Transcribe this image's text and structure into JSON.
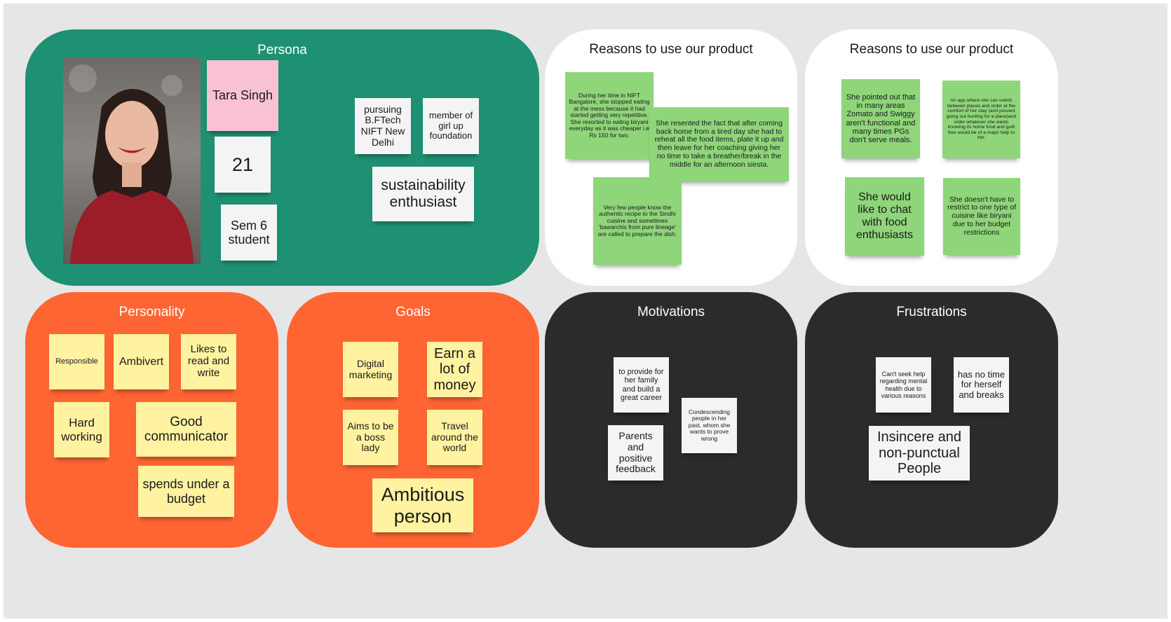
{
  "persona": {
    "title": "Persona",
    "name": "Tara Singh",
    "age": "21",
    "status": "Sem 6 student",
    "education": "pursuing B.FTech NIFT New Delhi",
    "membership": "member of girl up foundation",
    "interest": "sustainability enthusiast"
  },
  "reasons_1": {
    "title": "Reasons to use our product",
    "notes": [
      "During her time in NIFT Bangalore, she stopped eating at the mess because it had started getting very repetitive. She resorted to eating biryani everyday as it was cheaper i.e Rs 150 for two.",
      "She resented the fact that after coming back home from a tired day she had to reheat all the food items, plate it up and then leave for her coaching giving her no time to take a breather/break in the middle for an afternoon siesta.",
      "Very few people know the authentic recipe to the Sindhi cuisine and sometimes 'bawarchis from pure lineage' are called to prepare the dish."
    ]
  },
  "reasons_2": {
    "title": "Reasons to use our product",
    "notes": [
      "She pointed out that in many areas Zomato and Swiggy aren't functional and many times PGs don't serve meals.",
      "An app where she can switch between places and order at the comfort of her stay (and prevent going out hunting for a place)and order whatever she wants knowing its home food and guilt free would be of a major help to her.",
      "She would like to chat with food enthusiasts",
      "She doesn't have to restrict to one type of cuisine like biryani due to her budget restrictions"
    ]
  },
  "personality": {
    "title": "Personality",
    "notes": [
      "Responsible",
      "Ambivert",
      "Likes to read and write",
      "Hard working",
      "Good communicator",
      "spends under a budget"
    ]
  },
  "goals": {
    "title": "Goals",
    "notes": [
      "Digital marketing",
      "Earn a lot of money",
      "Aims to be a boss lady",
      "Travel around the world",
      "Ambitious person"
    ]
  },
  "motivations": {
    "title": "Motivations",
    "notes": [
      "to provide for her family and build a great career",
      "Condescending people in her past, whom she wants to prove wrong",
      "Parents and positive feedback"
    ]
  },
  "frustrations": {
    "title": "Frustrations",
    "notes": [
      "Can't seek help regarding mental health due to various reasons",
      "has no time for herself and breaks",
      "Insincere and non-punctual People"
    ]
  },
  "colors": {
    "persona_bg": "#1e9173",
    "reasons_bg": "#ffffff",
    "personality_bg": "#ff6533",
    "dark_bg": "#2b2b2b",
    "note_white": "#f4f4f4",
    "note_pink": "#f9c2d4",
    "note_yellow": "#fff3a1",
    "note_green": "#8fd57a"
  }
}
